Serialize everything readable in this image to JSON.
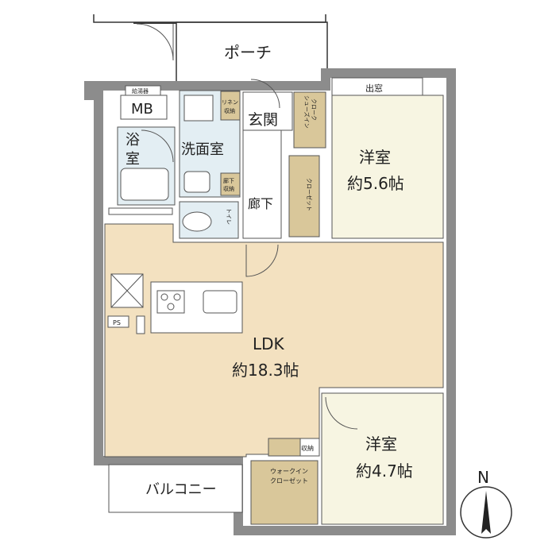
{
  "rooms": {
    "porch": "ポーチ",
    "entrance": "玄関",
    "western_room_1": {
      "name": "洋室",
      "size": "約5.6帖"
    },
    "western_room_2": {
      "name": "洋室",
      "size": "約4.7帖"
    },
    "ldk": {
      "name": "LDK",
      "size": "約18.3帖"
    },
    "washroom": "洗面室",
    "bath": {
      "line1": "浴",
      "line2": "室"
    },
    "mb": "MB",
    "water_heater": "給湯器",
    "hallway": "廊下",
    "balcony": "バルコニー"
  },
  "storage": {
    "linen": {
      "line1": "リネン",
      "line2": "収納"
    },
    "hall_storage": {
      "line1": "廊下",
      "line2": "収納"
    },
    "shoes_in_closet": {
      "line1": "シューズイン",
      "line2": "クローク"
    },
    "closet": "クローゼット",
    "walk_in_closet": {
      "line1": "ウォークイン",
      "line2": "クローゼット"
    },
    "storage_label": "収納",
    "toilet": "トイレ",
    "ps": "PS",
    "bay_window": "出窓"
  },
  "compass": {
    "north": "N"
  },
  "colors": {
    "wall": "#8c8c8c",
    "floor_ldk": "#f3e1c0",
    "floor_wet": "#e3eef3",
    "floor_room": "#f7f5e2",
    "closet": "#d9c79a",
    "porch": "#ffffff"
  }
}
